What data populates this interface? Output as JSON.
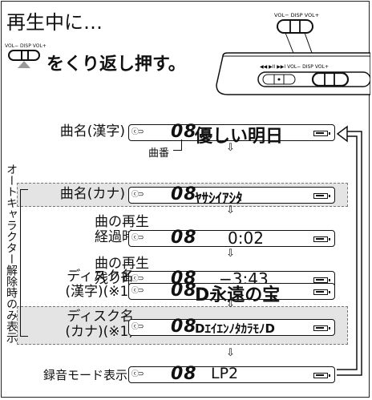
{
  "header": {
    "line1": "再生中に…",
    "line2_suffix": "をくり返し押す。",
    "button_label": "VOL− DISP VOL+",
    "device_buttons": "◀◀ ▶II ▶▶I VOL− DISP VOL+"
  },
  "rows": [
    {
      "label": "曲名(漢字)",
      "num": "08",
      "text": "優しい明日"
    },
    {
      "label": "曲名(カナ)",
      "num": "08",
      "text": "ﾔｻｼｲｱｼﾀ"
    },
    {
      "label": "曲の再生\n経過時間",
      "num": "08",
      "text": "0:02"
    },
    {
      "label": "曲の再生\n残り時間",
      "num": "08",
      "text": "−3:43"
    },
    {
      "label": "ディスク名\n(漢字)(※1)",
      "num": "08",
      "text": "D永遠の宝"
    },
    {
      "label": "ディスク名\n(カナ)(※1)",
      "num": "08",
      "text": "DｴｲｴﾝﾉﾀｶﾗﾓﾉD"
    },
    {
      "label": "録音モード表示",
      "num": "08",
      "text": "LP2"
    }
  ],
  "track_number_caption": "曲番",
  "side_note": "オートキャラクター解除時のみ表示"
}
